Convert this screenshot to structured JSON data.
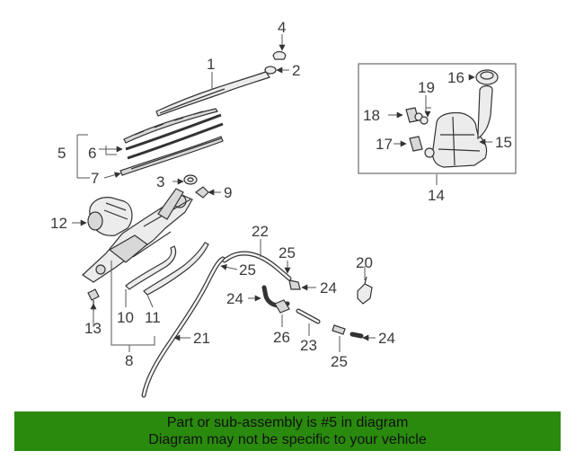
{
  "callouts": {
    "c1": "1",
    "c2": "2",
    "c3": "3",
    "c4": "4",
    "c5": "5",
    "c6": "6",
    "c7": "7",
    "c8": "8",
    "c9": "9",
    "c10": "10",
    "c11": "11",
    "c12": "12",
    "c13": "13",
    "c14": "14",
    "c15": "15",
    "c16": "16",
    "c17": "17",
    "c18": "18",
    "c19": "19",
    "c20": "20",
    "c21": "21",
    "c22": "22",
    "c23": "23",
    "c24a": "24",
    "c24b": "24",
    "c24c": "24",
    "c25a": "25",
    "c25b": "25",
    "c25c": "25",
    "c26": "26"
  },
  "banner": {
    "line1": "Part or sub-assembly is #5 in diagram",
    "line2": "Diagram may not be specific to your vehicle"
  },
  "colors": {
    "banner_bg": "#2a8a0e",
    "line_art": "#333333"
  }
}
